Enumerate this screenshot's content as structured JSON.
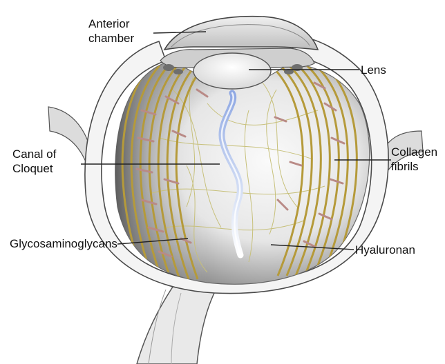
{
  "labels": {
    "anterior_chamber": [
      "Anterior",
      "chamber"
    ],
    "lens": "Lens",
    "canal_of_cloquet": [
      "Canal of",
      "Cloquet"
    ],
    "collagen_fibrils": [
      "Collagen",
      "fibrils"
    ],
    "glycosaminoglycans": "Glycosaminoglycans",
    "hyaluronan": "Hyaluronan"
  },
  "colors": {
    "sclera_outline": "#4a4a4a",
    "sclera_fill": "#f4f4f4",
    "vitreous_dark": "#7d7d7d",
    "vitreous_light": "#f7f7f7",
    "collagen_fibril": "#b59a3a",
    "collagen_fine": "#c7c07a",
    "glycosaminoglycan": "#b98a86",
    "canal": "#9fb5e6",
    "leader_line": "#222222"
  }
}
